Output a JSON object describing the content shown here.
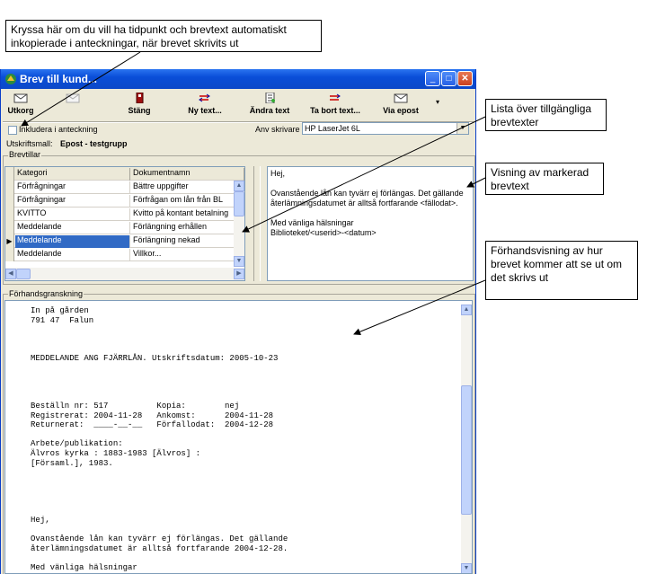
{
  "callouts": {
    "checkbox_note": "Kryssa här om du vill ha tidpunkt och brevtext automatiskt inkopierade i anteckningar, när brevet skrivits ut",
    "list_note": "Lista över tillgängliga brevtexter",
    "view_note": "Visning av markerad brevtext",
    "preview_note": "Förhandsvisning av hur brevet kommer att se ut om det skrivs ut"
  },
  "window": {
    "title": "Brev till kund..."
  },
  "toolbar": {
    "print": "Utkorg",
    "close": "Stäng",
    "new_text": "Ny text...",
    "edit_text": "Ändra text",
    "delete_text": "Ta bort text...",
    "via_email": "Via epost"
  },
  "options": {
    "include_note_label": "Inkludera i anteckning",
    "include_note_checked": false,
    "printer_label": "Anv skrivare",
    "printer_value": "HP LaserJet 6L",
    "template_label": "Utskriftsmall:",
    "template_value": "Epost - testgrupp"
  },
  "letters": {
    "group_label": "Brevtillar",
    "columns": [
      "Kategori",
      "Dokumentnamn"
    ],
    "rows": [
      {
        "category": "Förfrågningar",
        "name": "Bättre uppgifter"
      },
      {
        "category": "Förfrågningar",
        "name": "Förfrågan om lån från BL"
      },
      {
        "category": "KVITTO",
        "name": "Kvitto på kontant betalning"
      },
      {
        "category": "Meddelande",
        "name": "Förlängning erhållen"
      },
      {
        "category": "Meddelande",
        "name": "Förlängning nekad"
      },
      {
        "category": "Meddelande",
        "name": "Villkor..."
      }
    ],
    "selected_index": 4
  },
  "letter_text": {
    "lines": [
      "Hej,",
      "",
      "Ovanstående lån kan tyvärr ej förlängas. Det gällande",
      "återlämningsdatumet är alltså fortfarande <fällodat>.",
      "",
      "Med vänliga hälsningar",
      "Biblioteket/<userid>-<datum>"
    ]
  },
  "preview": {
    "group_label": "Förhandsgranskning",
    "lines": [
      "In på gården",
      "791 47  Falun",
      "",
      "",
      "",
      "MEDDELANDE ANG FJÄRRLÅN. Utskriftsdatum: 2005-10-23",
      "",
      "",
      "",
      "",
      "Beställn nr: 517          Kopia:        nej",
      "Registrerat: 2004-11-28   Ankomst:      2004-11-28",
      "Returnerat:  ____-__-__   Förfallodat:  2004-12-28",
      "",
      "Arbete/publikation:",
      "Älvros kyrka : 1883-1983 [Älvros] :",
      "[Församl.], 1983.",
      "",
      "",
      "",
      "",
      "",
      "Hej,",
      "",
      "Ovanstående lån kan tyvärr ej förlängas. Det gällande",
      "återlämningsdatumet är alltså fortfarande 2004-12-28.",
      "",
      "Med vänliga hälsningar"
    ]
  }
}
